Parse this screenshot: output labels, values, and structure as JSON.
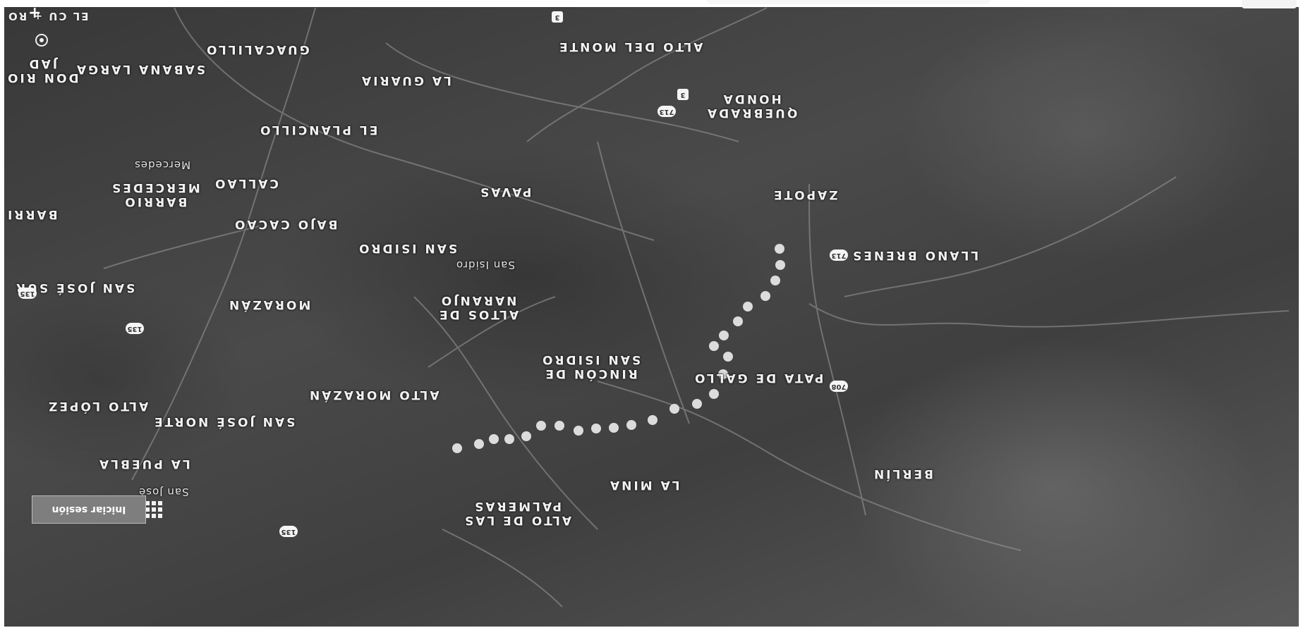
{
  "map": {
    "places": [
      {
        "id": "guacalillo",
        "lines": [
          "GUACALILLO"
        ]
      },
      {
        "id": "alto-del-monte",
        "lines": [
          "ALTO DEL MONTE"
        ]
      },
      {
        "id": "la-guaria",
        "lines": [
          "LA GUARIA"
        ]
      },
      {
        "id": "sabana-larga",
        "lines": [
          "SABANA LARGA"
        ]
      },
      {
        "id": "don-rio",
        "lines": [
          "DON RIO",
          "JAD"
        ]
      },
      {
        "id": "quebrada-honda",
        "lines": [
          "QUEBRADA",
          "HONDA"
        ]
      },
      {
        "id": "el-plancillo",
        "lines": [
          "EL PLANCILLO"
        ]
      },
      {
        "id": "mercedes-small",
        "lines": [
          "Mercedes"
        ]
      },
      {
        "id": "barrio-mercedes",
        "lines": [
          "BARRIO",
          "MERCEDES"
        ]
      },
      {
        "id": "callao",
        "lines": [
          "CALLAO"
        ]
      },
      {
        "id": "pavas",
        "lines": [
          "PAVAS"
        ]
      },
      {
        "id": "zapote",
        "lines": [
          "ZAPOTE"
        ]
      },
      {
        "id": "barri",
        "lines": [
          "BARRI"
        ]
      },
      {
        "id": "bajo-cacao",
        "lines": [
          "BAJO CACAO"
        ]
      },
      {
        "id": "san-isidro",
        "lines": [
          "SAN ISIDRO"
        ]
      },
      {
        "id": "san-isidro-small",
        "lines": [
          "San Isidro"
        ]
      },
      {
        "id": "llano-brenes",
        "lines": [
          "LLANO BRENES"
        ]
      },
      {
        "id": "san-jose-sur",
        "lines": [
          "SAN JOSÉ SUR"
        ]
      },
      {
        "id": "morazan",
        "lines": [
          "MORAZÁN"
        ]
      },
      {
        "id": "altos-de-naranjo",
        "lines": [
          "ALTOS DE",
          "NARANJO"
        ]
      },
      {
        "id": "rincon-de-san-isidro",
        "lines": [
          "RINCÓN DE",
          "SAN ISIDRO"
        ]
      },
      {
        "id": "pata-de-gallo",
        "lines": [
          "PATA DE GALLO"
        ]
      },
      {
        "id": "alto-morazan",
        "lines": [
          "ALTO MORAZÁN"
        ]
      },
      {
        "id": "alto-lopez",
        "lines": [
          "ALTO LÓPEZ"
        ]
      },
      {
        "id": "san-jose-norte",
        "lines": [
          "SAN JOSÉ NORTE"
        ]
      },
      {
        "id": "la-puebla",
        "lines": [
          "LA PUEBLA"
        ]
      },
      {
        "id": "san-jose-small",
        "lines": [
          "San José"
        ]
      },
      {
        "id": "berlin",
        "lines": [
          "BERLÍN"
        ]
      },
      {
        "id": "la-mina",
        "lines": [
          "LA MINA"
        ]
      },
      {
        "id": "alto-de-las-palmeras",
        "lines": [
          "ALTO DE LAS",
          "PALMERAS"
        ]
      }
    ],
    "road_shields": [
      {
        "id": "r1",
        "label": "3"
      },
      {
        "id": "r2",
        "label": "3"
      },
      {
        "id": "r3",
        "label": "713"
      },
      {
        "id": "r4",
        "label": "713"
      },
      {
        "id": "r5",
        "label": "135"
      },
      {
        "id": "r6",
        "label": "135"
      },
      {
        "id": "r7",
        "label": "708"
      },
      {
        "id": "r8",
        "label": "135"
      }
    ],
    "top_left_text": "EL CU + RO"
  },
  "controls": {
    "signin_label": "Iniciar sesión",
    "apps_icon": "apps-grid-icon",
    "location_icon": "my-location-icon",
    "zoom_icon": "plus-icon"
  },
  "route": {
    "stop_count": 27,
    "color": "#dcdcdc"
  }
}
